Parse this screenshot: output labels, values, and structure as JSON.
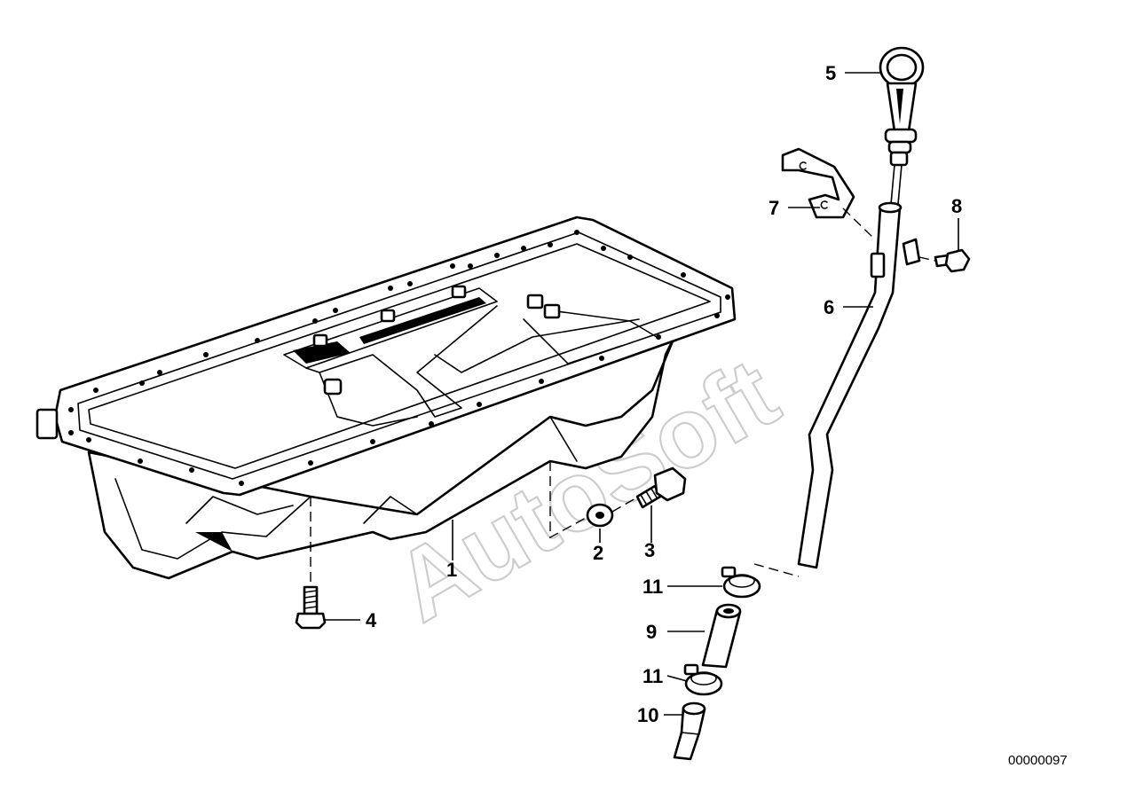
{
  "watermark": "AutoSoft",
  "document_number": "00000097",
  "callouts": [
    {
      "id": "c1",
      "text": "1"
    },
    {
      "id": "c2",
      "text": "2"
    },
    {
      "id": "c3",
      "text": "3"
    },
    {
      "id": "c4",
      "text": "4"
    },
    {
      "id": "c5",
      "text": "5"
    },
    {
      "id": "c6",
      "text": "6"
    },
    {
      "id": "c7",
      "text": "7"
    },
    {
      "id": "c8",
      "text": "8"
    },
    {
      "id": "c9",
      "text": "9"
    },
    {
      "id": "c10",
      "text": "10"
    },
    {
      "id": "c11a",
      "text": "11"
    },
    {
      "id": "c11b",
      "text": "11"
    }
  ]
}
